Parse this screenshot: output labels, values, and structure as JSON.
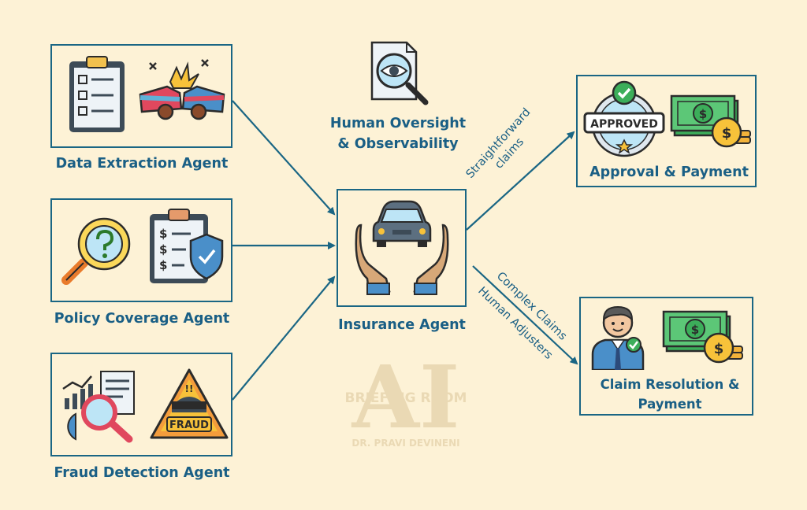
{
  "nodes": {
    "data_extraction": "Data Extraction Agent",
    "policy_coverage": "Policy Coverage Agent",
    "fraud_detection": "Fraud Detection Agent",
    "insurance_agent": "Insurance Agent",
    "human_oversight_line1": "Human Oversight",
    "human_oversight_line2": "& Observability",
    "approval_payment": "Approval & Payment",
    "claim_resolution_line1": "Claim Resolution &",
    "claim_resolution_line2": "Payment"
  },
  "edges": {
    "straightforward_line1": "Straightforward",
    "straightforward_line2": "claims",
    "complex_line1": "Complex Claims",
    "complex_line2": "Human Adjusters"
  },
  "icon_text": {
    "approved_stamp": "APPROVED",
    "fraud_sign": "FRAUD",
    "currency": "$"
  },
  "watermark": {
    "mark": "AI",
    "line1": "BRIEFING ROOM",
    "line2": "DR. PRAVI DEVINENI"
  },
  "colors": {
    "background": "#fdf2d6",
    "border": "#1a6684",
    "text": "#1a5f85"
  }
}
